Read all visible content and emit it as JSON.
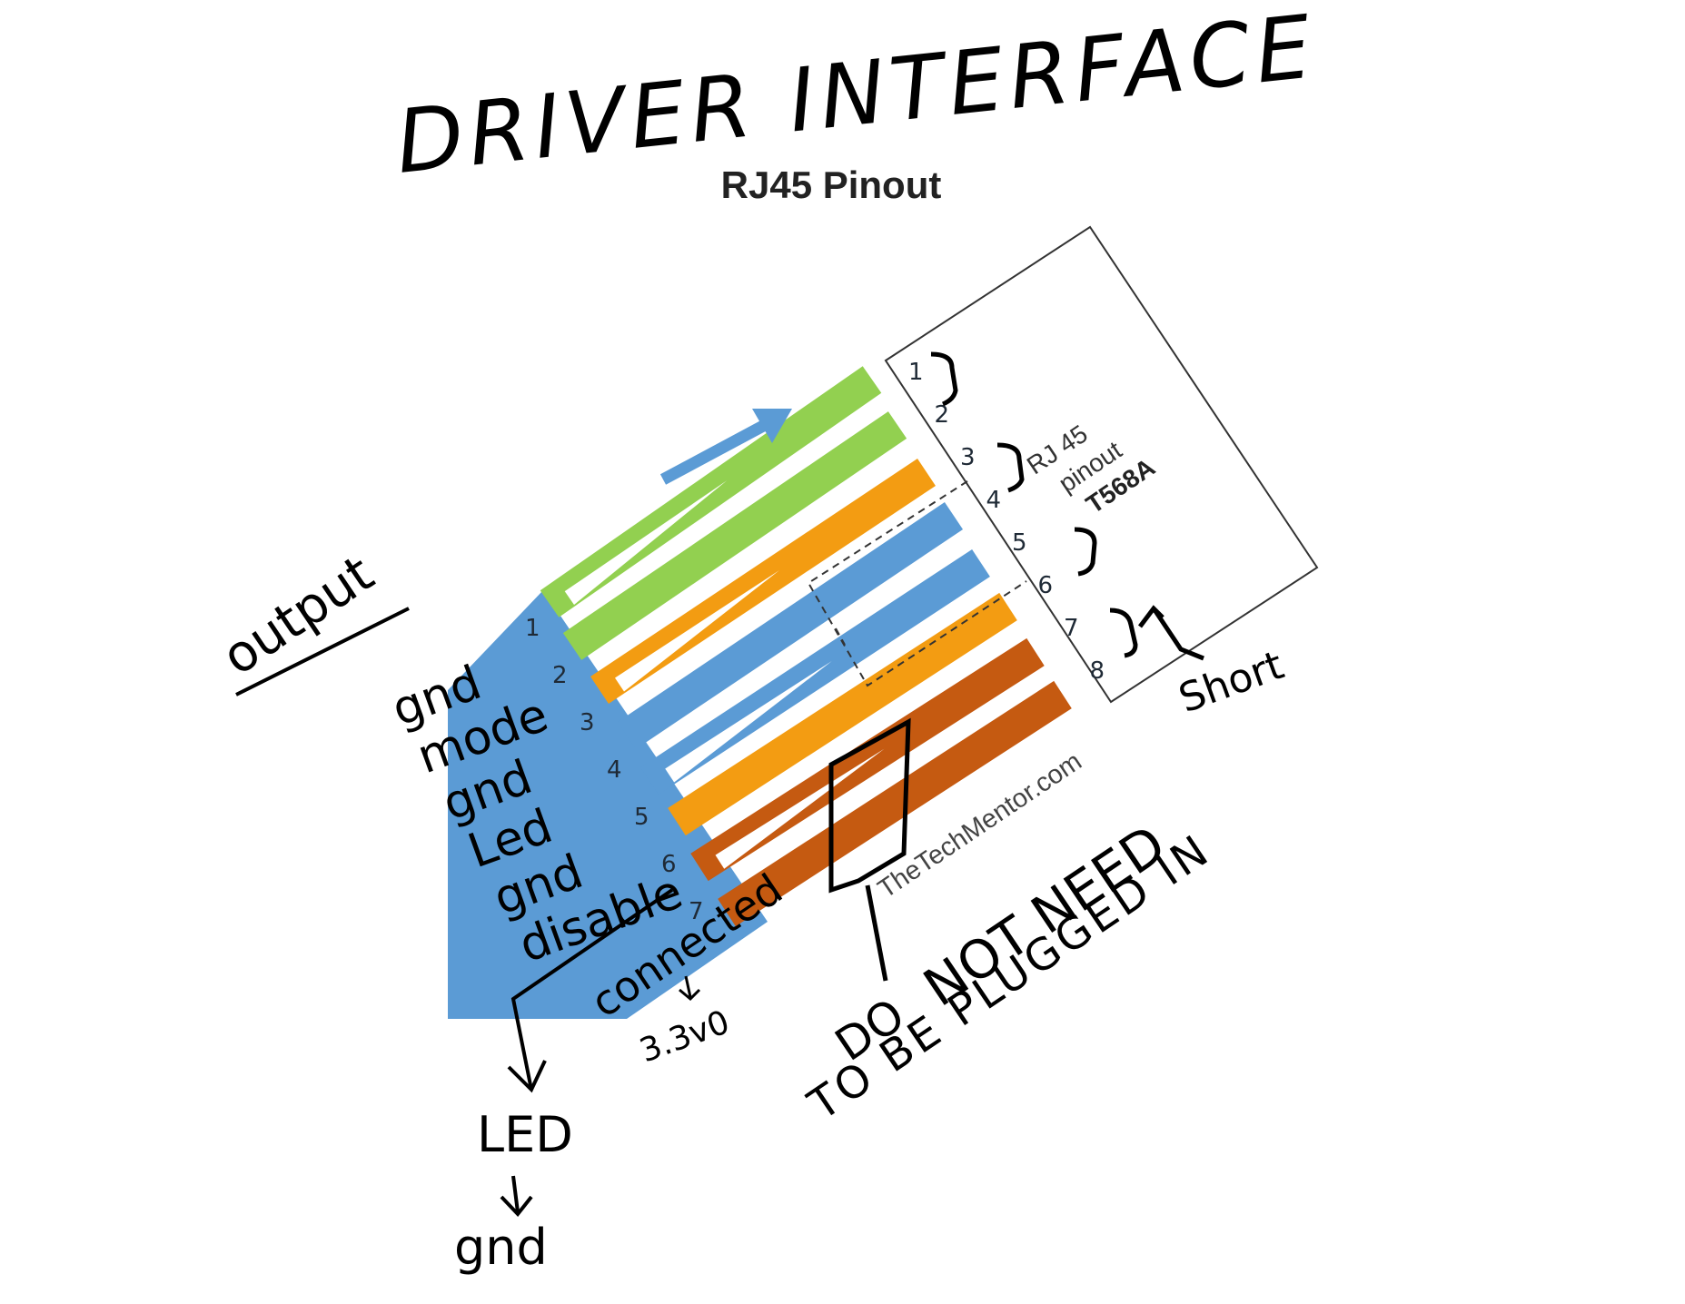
{
  "title_handwritten": "DRIVER INTERFACE",
  "subtitle": "RJ45 Pinout",
  "left_plug": {
    "pin_numbers": [
      "1",
      "2",
      "3",
      "4",
      "5",
      "6",
      "7"
    ],
    "fill_color": "#5b9bd5"
  },
  "wires": [
    {
      "pin": "1",
      "color": "#92d050",
      "style": "striped"
    },
    {
      "pin": "2",
      "color": "#92d050",
      "style": "solid"
    },
    {
      "pin": "3",
      "color": "#f39c12",
      "style": "striped"
    },
    {
      "pin": "4",
      "color": "#5b9bd5",
      "style": "solid"
    },
    {
      "pin": "5",
      "color": "#5b9bd5",
      "style": "striped"
    },
    {
      "pin": "6",
      "color": "#f39c12",
      "style": "solid"
    },
    {
      "pin": "7",
      "color": "#c55a11",
      "style": "striped"
    },
    {
      "pin": "8",
      "color": "#c55a11",
      "style": "solid"
    }
  ],
  "right_box": {
    "pin_numbers": [
      "1",
      "2",
      "3",
      "4",
      "5",
      "6",
      "7",
      "8"
    ],
    "label_line1": "RJ 45",
    "label_line2": "pinout",
    "label_line3": "T568A"
  },
  "watermark": "TheTechMentor.com",
  "annotations": {
    "output": "output",
    "pin_labels": [
      "gnd",
      "mode",
      "gnd",
      "Led",
      "gnd",
      "disable"
    ],
    "connected": "connected",
    "voltage": "3.3v0",
    "led": "LED",
    "gnd_bottom": "gnd",
    "short": "Short",
    "note_do": "DO",
    "note_not_need": "NOT NEED",
    "note_to_be": "TO BE PLUGGED IN"
  },
  "arrow_color": "#5b9bd5"
}
